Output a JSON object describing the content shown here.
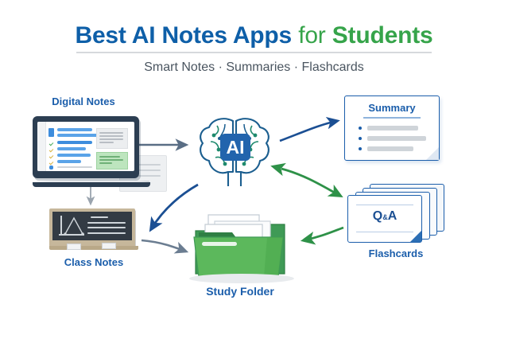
{
  "header": {
    "title_part1": "Best AI Notes Apps",
    "title_part2": "for",
    "title_part3": "Students",
    "subtitle": "Smart Notes · Summaries · Flashcards",
    "title_blue": "#0e5fa8",
    "title_green": "#36a44a",
    "subtitle_color": "#4a5560"
  },
  "nodes": {
    "digital_notes": {
      "label": "Digital Notes"
    },
    "class_notes": {
      "label": "Class Notes"
    },
    "ai": {
      "label": "AI"
    },
    "summary": {
      "label": "Summary",
      "bullets": [
        "",
        "",
        ""
      ]
    },
    "flashcards": {
      "label": "Flashcards",
      "card_text_q": "Q",
      "card_text_amp": "&",
      "card_text_a": "A"
    },
    "study_folder": {
      "label": "Study Folder"
    }
  },
  "colors": {
    "brand_blue": "#1b5eab",
    "brand_green": "#36a44a",
    "arrow_blue": "#1b4f93",
    "arrow_gray": "#6b7d91",
    "arrow_green": "#2e9148",
    "folder_green": "#5cb85c",
    "board_dark": "#333b44"
  },
  "flow": [
    {
      "from": "digital-notes",
      "to": "ai",
      "color": "#5a6e85",
      "style": "straight"
    },
    {
      "from": "digital-notes",
      "to": "class-notes",
      "color": "#9aa4ae",
      "style": "straight-down"
    },
    {
      "from": "ai",
      "to": "summary",
      "color": "#1b4f93",
      "style": "curve"
    },
    {
      "from": "ai",
      "to": "flashcards",
      "color": "#2e9148",
      "style": "curve-double"
    },
    {
      "from": "ai",
      "to": "study-folder",
      "color": "#1b4f93",
      "style": "curve"
    },
    {
      "from": "class-notes",
      "to": "study-folder",
      "color": "#6b7d91",
      "style": "curve"
    },
    {
      "from": "flashcards",
      "to": "study-folder",
      "color": "#2e9148",
      "style": "curve"
    }
  ]
}
